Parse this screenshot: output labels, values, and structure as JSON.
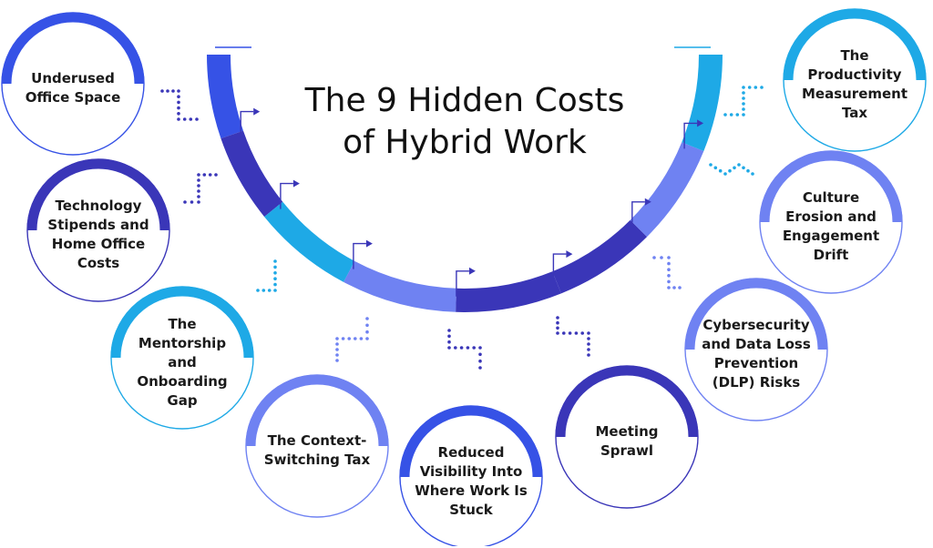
{
  "title": {
    "line1": "The 9 Hidden Costs",
    "line2": "of Hybrid Work"
  },
  "colors": {
    "royal_blue": "#3652e6",
    "indigo": "#3a36b8",
    "sky_blue": "#1ea9e6",
    "periwinkle": "#6f82f2",
    "text": "#111111"
  },
  "nodes": [
    {
      "id": "underused-office-space",
      "label": "Underused Office Space",
      "color": "#3652e6"
    },
    {
      "id": "technology-stipends",
      "label": "Technology Stipends and Home Office Costs",
      "color": "#3a36b8"
    },
    {
      "id": "mentorship-onboarding-gap",
      "label": "The Mentorship and Onboarding Gap",
      "color": "#1ea9e6"
    },
    {
      "id": "context-switching-tax",
      "label": "The Context-Switching Tax",
      "color": "#6f82f2"
    },
    {
      "id": "reduced-visibility",
      "label": "Reduced Visibility Into Where Work Is Stuck",
      "color": "#3652e6"
    },
    {
      "id": "meeting-sprawl",
      "label": "Meeting Sprawl",
      "color": "#3a36b8"
    },
    {
      "id": "cybersecurity-dlp",
      "label": "Cybersecurity and Data Loss Prevention (DLP) Risks",
      "color": "#6f82f2"
    },
    {
      "id": "culture-erosion",
      "label": "Culture Erosion and Engagement Drift",
      "color": "#6f82f2"
    },
    {
      "id": "productivity-measurement-tax",
      "label": "The Productivity Measurement Tax",
      "color": "#1ea9e6"
    }
  ]
}
